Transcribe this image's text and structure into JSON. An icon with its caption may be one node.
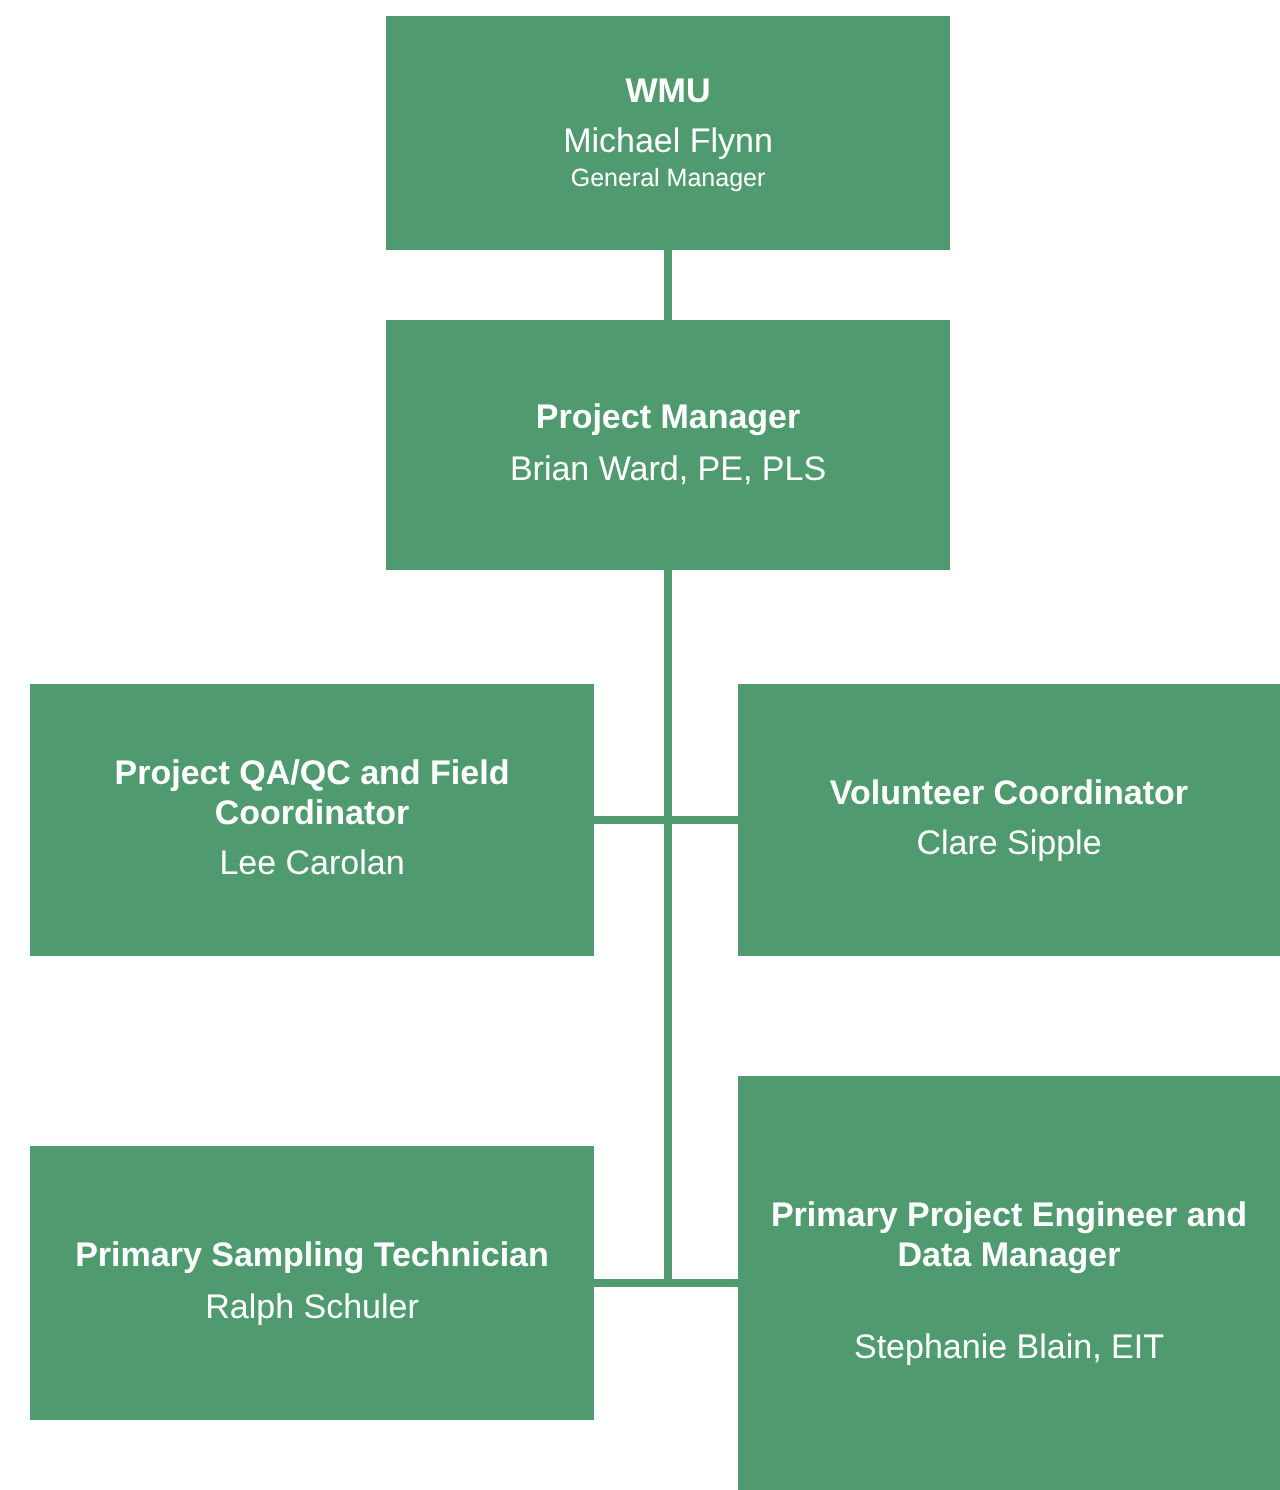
{
  "diagram": {
    "nodes": [
      {
        "text": [
          "WMU",
          "Michael Flynn",
          "General Manager"
        ]
      },
      {
        "text": [
          "Project Manager",
          "Brian Ward, PE, PLS"
        ]
      },
      {
        "text": [
          "Project QA/QC and Field Coordinator",
          "Lee Carolan"
        ]
      },
      {
        "text": [
          "Volunteer Coordinator",
          "Clare Sipple"
        ]
      },
      {
        "text": [
          "Primary Sampling Technician",
          "Ralph Schuler"
        ]
      },
      {
        "text": [
          "Primary Project Engineer and Data Manager",
          "Stephanie Blain, EIT"
        ]
      }
    ],
    "edges": [
      {
        "from": 0,
        "to": 1,
        "arrow": "none"
      },
      {
        "from": 1,
        "to": 2,
        "arrow": "none"
      },
      {
        "from": 1,
        "to": 3,
        "arrow": "none"
      },
      {
        "from": 1,
        "to": 4,
        "arrow": "none"
      },
      {
        "from": 1,
        "to": 5,
        "arrow": "none"
      }
    ]
  }
}
